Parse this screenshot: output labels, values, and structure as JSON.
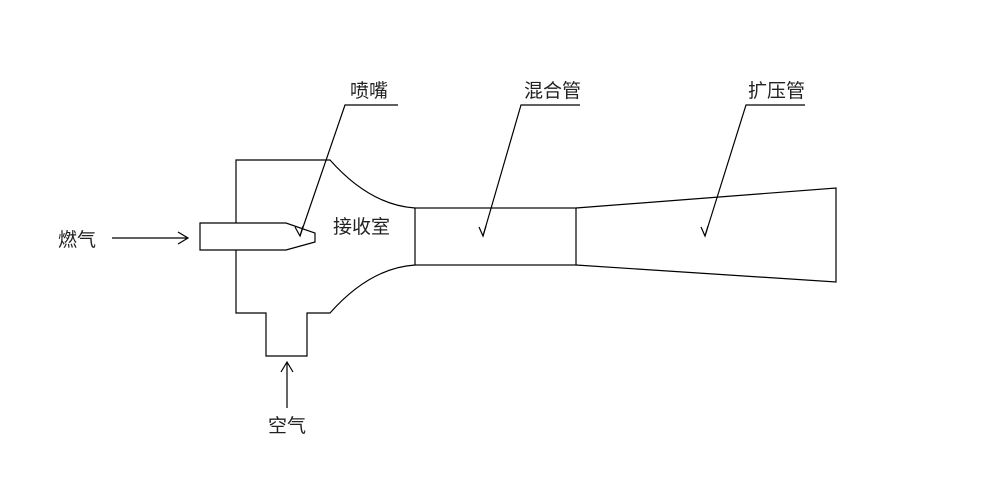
{
  "labels": {
    "nozzle": "喷嘴",
    "mixing_tube": "混合管",
    "diffuser": "扩压管",
    "receiving_chamber": "接收室",
    "gas": "燃气",
    "air": "空气"
  }
}
